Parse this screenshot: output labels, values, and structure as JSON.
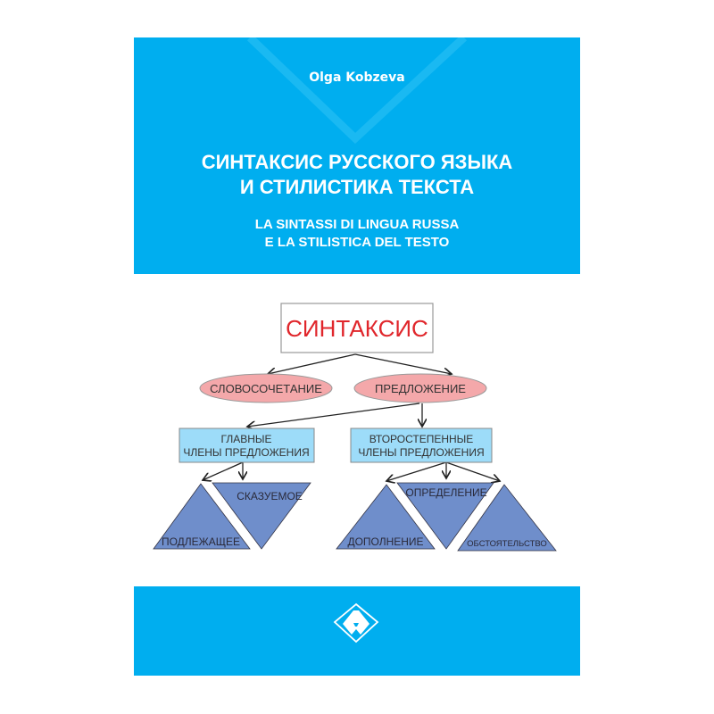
{
  "cover": {
    "author": "Olga Kobzeva",
    "title_ru": [
      "СИНТАКСИС РУССКОГО ЯЗЫКА",
      "И СТИЛИСТИКА ТЕКСТА"
    ],
    "title_it": [
      "LA SINTASSI DI LINGUA RUSSA",
      "E LA STILISTICA DEL TESTO"
    ],
    "logo_icon": "publisher-a-diamond-logo",
    "colors": {
      "panel": "#00aeef",
      "root_text": "#e0262b",
      "ellipse": "#f4a8aa",
      "box": "#9ddcf9",
      "triangle": "#6f8ecb"
    }
  },
  "diagram": {
    "root": "СИНТАКСИС",
    "level1": [
      "СЛОВОСОЧЕТАНИЕ",
      "ПРЕДЛОЖЕНИЕ"
    ],
    "level2": [
      [
        "ГЛАВНЫЕ",
        "ЧЛЕНЫ ПРЕДЛОЖЕНИЯ"
      ],
      [
        "ВТОРОСТЕПЕННЫЕ",
        "ЧЛЕНЫ ПРЕДЛОЖЕНИЯ"
      ]
    ],
    "main_members": [
      "ПОДЛЕЖАЩЕЕ",
      "СКАЗУЕМОЕ"
    ],
    "secondary_members": [
      "ДОПОЛНЕНИЕ",
      "ОПРЕДЕЛЕНИЕ",
      "ОБСТОЯТЕЛЬСТВО"
    ]
  }
}
